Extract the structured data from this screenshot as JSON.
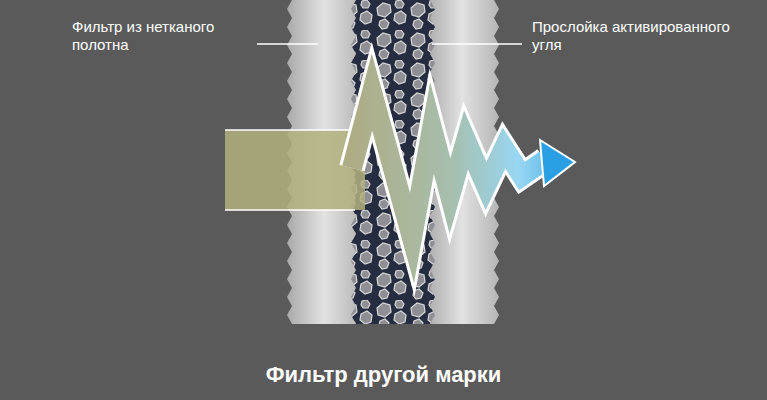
{
  "diagram": {
    "caption": "Фильтр другой марки",
    "labels": [
      "Фильтр из нетканого полотна",
      "Прослойка активированного угля"
    ]
  }
}
